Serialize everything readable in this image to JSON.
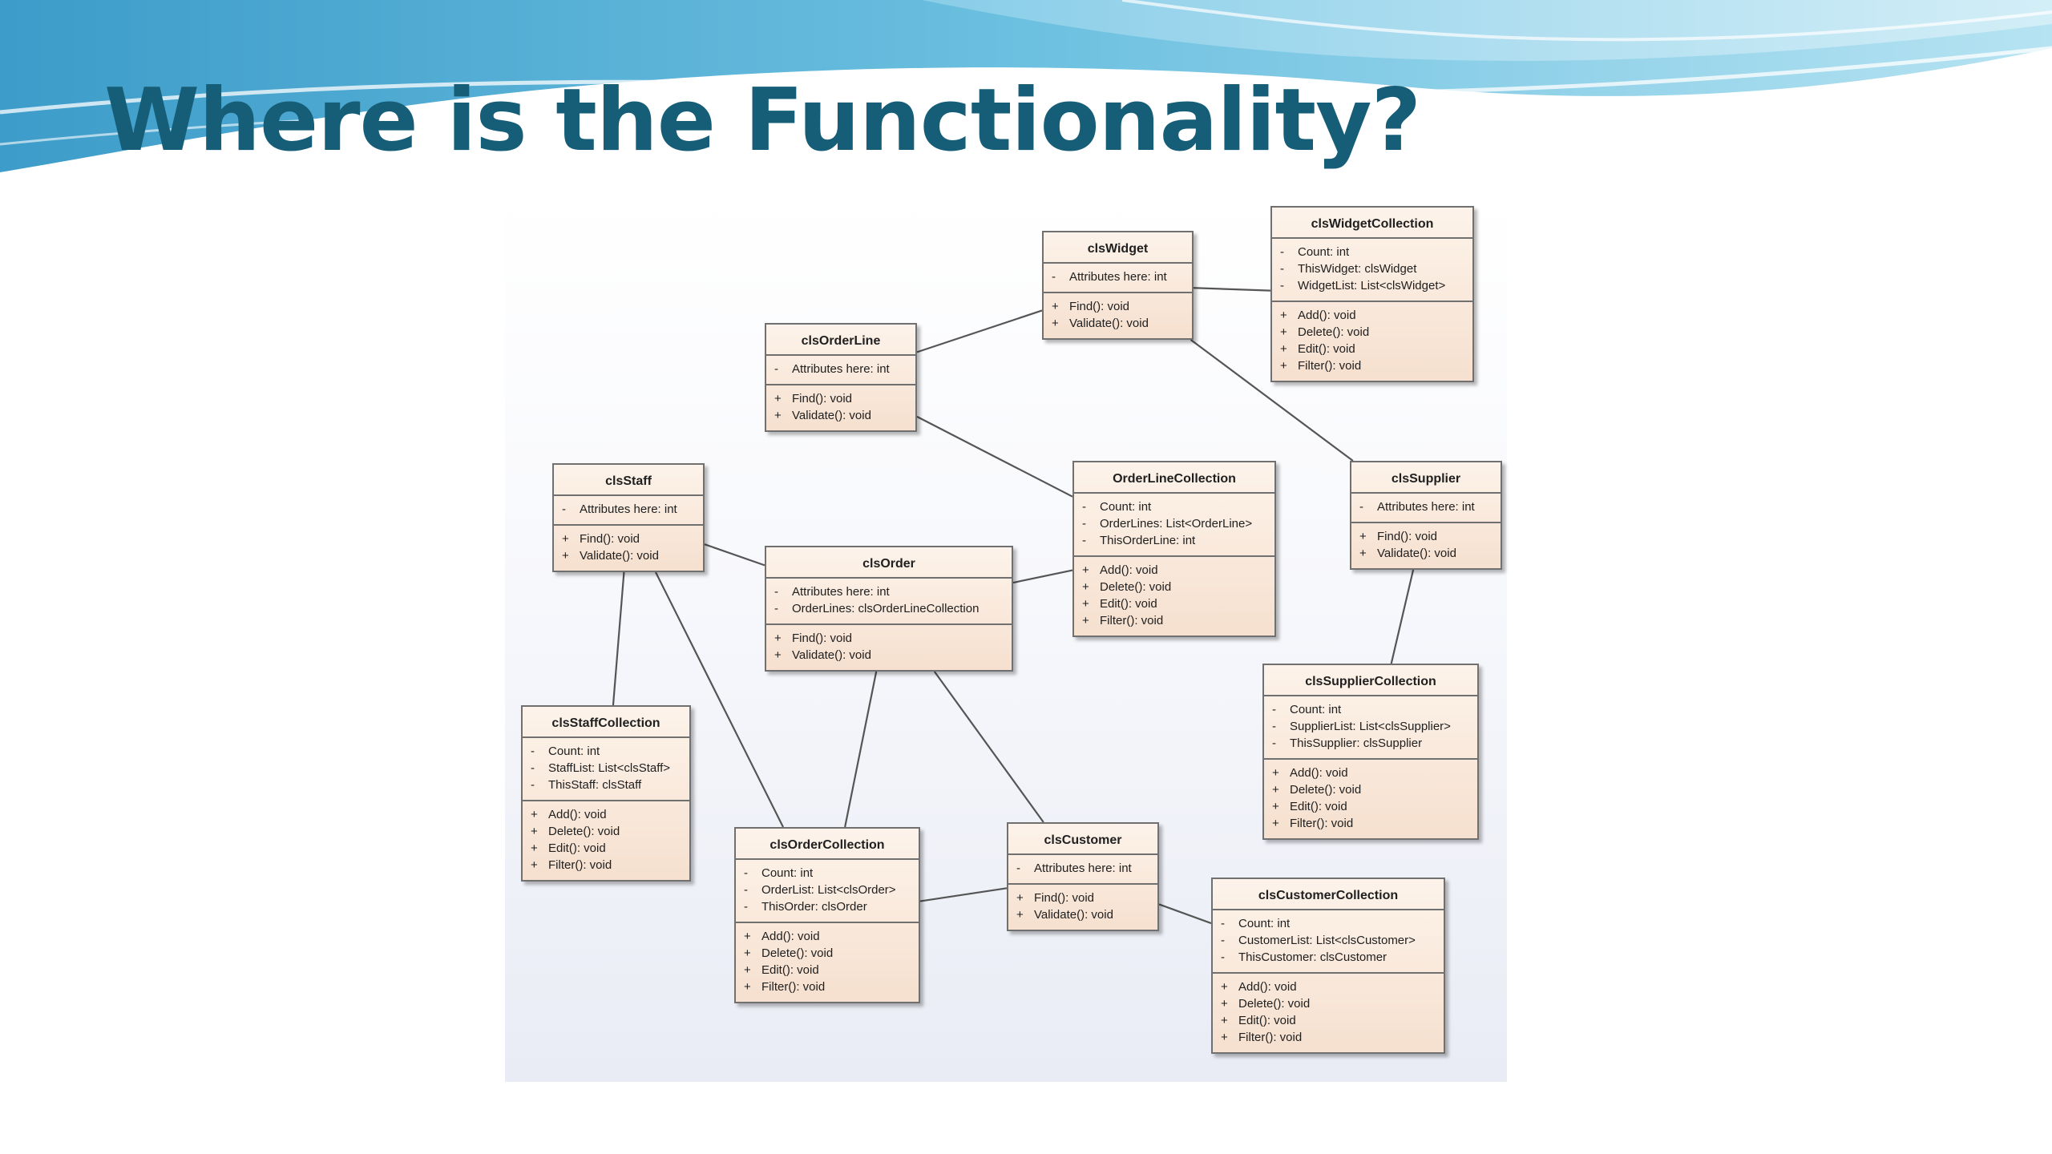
{
  "slide": {
    "title": "Where is the Functionality?",
    "colors": {
      "title": "#165e78",
      "banner": "#5fb3d6",
      "class_fill": "#f6e0cf",
      "class_border": "#707070",
      "connector": "#555555"
    }
  },
  "diagram": {
    "classes": [
      {
        "name": "clsWidget",
        "attributes": [
          {
            "vis": "-",
            "text": "Attributes here: int"
          }
        ],
        "operations": [
          {
            "vis": "+",
            "text": "Find(): void"
          },
          {
            "vis": "+",
            "text": "Validate(): void"
          }
        ]
      },
      {
        "name": "clsWidgetCollection",
        "attributes": [
          {
            "vis": "-",
            "text": "Count: int"
          },
          {
            "vis": "-",
            "text": "ThisWidget: clsWidget"
          },
          {
            "vis": "-",
            "text": "WidgetList: List<clsWidget>"
          }
        ],
        "operations": [
          {
            "vis": "+",
            "text": "Add(): void"
          },
          {
            "vis": "+",
            "text": "Delete(): void"
          },
          {
            "vis": "+",
            "text": "Edit(): void"
          },
          {
            "vis": "+",
            "text": "Filter(): void"
          }
        ]
      },
      {
        "name": "clsOrderLine",
        "attributes": [
          {
            "vis": "-",
            "text": "Attributes here: int"
          }
        ],
        "operations": [
          {
            "vis": "+",
            "text": "Find(): void"
          },
          {
            "vis": "+",
            "text": "Validate(): void"
          }
        ]
      },
      {
        "name": "OrderLineCollection",
        "attributes": [
          {
            "vis": "-",
            "text": "Count: int"
          },
          {
            "vis": "-",
            "text": "OrderLines: List<OrderLine>"
          },
          {
            "vis": "-",
            "text": "ThisOrderLine: int"
          }
        ],
        "operations": [
          {
            "vis": "+",
            "text": "Add(): void"
          },
          {
            "vis": "+",
            "text": "Delete(): void"
          },
          {
            "vis": "+",
            "text": "Edit(): void"
          },
          {
            "vis": "+",
            "text": "Filter(): void"
          }
        ]
      },
      {
        "name": "clsSupplier",
        "attributes": [
          {
            "vis": "-",
            "text": "Attributes here: int"
          }
        ],
        "operations": [
          {
            "vis": "+",
            "text": "Find(): void"
          },
          {
            "vis": "+",
            "text": "Validate(): void"
          }
        ]
      },
      {
        "name": "clsStaff",
        "attributes": [
          {
            "vis": "-",
            "text": "Attributes here: int"
          }
        ],
        "operations": [
          {
            "vis": "+",
            "text": "Find(): void"
          },
          {
            "vis": "+",
            "text": "Validate(): void"
          }
        ]
      },
      {
        "name": "clsOrder",
        "attributes": [
          {
            "vis": "-",
            "text": "Attributes here: int"
          },
          {
            "vis": "-",
            "text": "OrderLines: clsOrderLineCollection"
          }
        ],
        "operations": [
          {
            "vis": "+",
            "text": "Find(): void"
          },
          {
            "vis": "+",
            "text": "Validate(): void"
          }
        ]
      },
      {
        "name": "clsSupplierCollection",
        "attributes": [
          {
            "vis": "-",
            "text": "Count: int"
          },
          {
            "vis": "-",
            "text": "SupplierList: List<clsSupplier>"
          },
          {
            "vis": "-",
            "text": "ThisSupplier: clsSupplier"
          }
        ],
        "operations": [
          {
            "vis": "+",
            "text": "Add(): void"
          },
          {
            "vis": "+",
            "text": "Delete(): void"
          },
          {
            "vis": "+",
            "text": "Edit(): void"
          },
          {
            "vis": "+",
            "text": "Filter(): void"
          }
        ]
      },
      {
        "name": "clsStaffCollection",
        "attributes": [
          {
            "vis": "-",
            "text": "Count: int"
          },
          {
            "vis": "-",
            "text": "StaffList: List<clsStaff>"
          },
          {
            "vis": "-",
            "text": "ThisStaff: clsStaff"
          }
        ],
        "operations": [
          {
            "vis": "+",
            "text": "Add(): void"
          },
          {
            "vis": "+",
            "text": "Delete(): void"
          },
          {
            "vis": "+",
            "text": "Edit(): void"
          },
          {
            "vis": "+",
            "text": "Filter(): void"
          }
        ]
      },
      {
        "name": "clsOrderCollection",
        "attributes": [
          {
            "vis": "-",
            "text": "Count: int"
          },
          {
            "vis": "-",
            "text": "OrderList: List<clsOrder>"
          },
          {
            "vis": "-",
            "text": "ThisOrder: clsOrder"
          }
        ],
        "operations": [
          {
            "vis": "+",
            "text": "Add(): void"
          },
          {
            "vis": "+",
            "text": "Delete(): void"
          },
          {
            "vis": "+",
            "text": "Edit(): void"
          },
          {
            "vis": "+",
            "text": "Filter(): void"
          }
        ]
      },
      {
        "name": "clsCustomer",
        "attributes": [
          {
            "vis": "-",
            "text": "Attributes here: int"
          }
        ],
        "operations": [
          {
            "vis": "+",
            "text": "Find(): void"
          },
          {
            "vis": "+",
            "text": "Validate(): void"
          }
        ]
      },
      {
        "name": "clsCustomerCollection",
        "attributes": [
          {
            "vis": "-",
            "text": "Count: int"
          },
          {
            "vis": "-",
            "text": "CustomerList: List<clsCustomer>"
          },
          {
            "vis": "-",
            "text": "ThisCustomer: clsCustomer"
          }
        ],
        "operations": [
          {
            "vis": "+",
            "text": "Add(): void"
          },
          {
            "vis": "+",
            "text": "Delete(): void"
          },
          {
            "vis": "+",
            "text": "Edit(): void"
          },
          {
            "vis": "+",
            "text": "Filter(): void"
          }
        ]
      }
    ],
    "associations": [
      [
        "clsOrderLine",
        "clsWidget"
      ],
      [
        "clsWidget",
        "clsWidgetCollection"
      ],
      [
        "clsWidget",
        "clsSupplier"
      ],
      [
        "clsOrderLine",
        "OrderLineCollection"
      ],
      [
        "clsOrder",
        "OrderLineCollection"
      ],
      [
        "clsStaff",
        "clsOrder"
      ],
      [
        "clsStaff",
        "clsStaffCollection"
      ],
      [
        "clsStaff",
        "clsOrderCollection"
      ],
      [
        "clsOrder",
        "clsOrderCollection"
      ],
      [
        "clsOrder",
        "clsCustomer"
      ],
      [
        "clsOrderCollection",
        "clsCustomer"
      ],
      [
        "clsCustomer",
        "clsCustomerCollection"
      ],
      [
        "clsSupplier",
        "clsSupplierCollection"
      ]
    ]
  }
}
